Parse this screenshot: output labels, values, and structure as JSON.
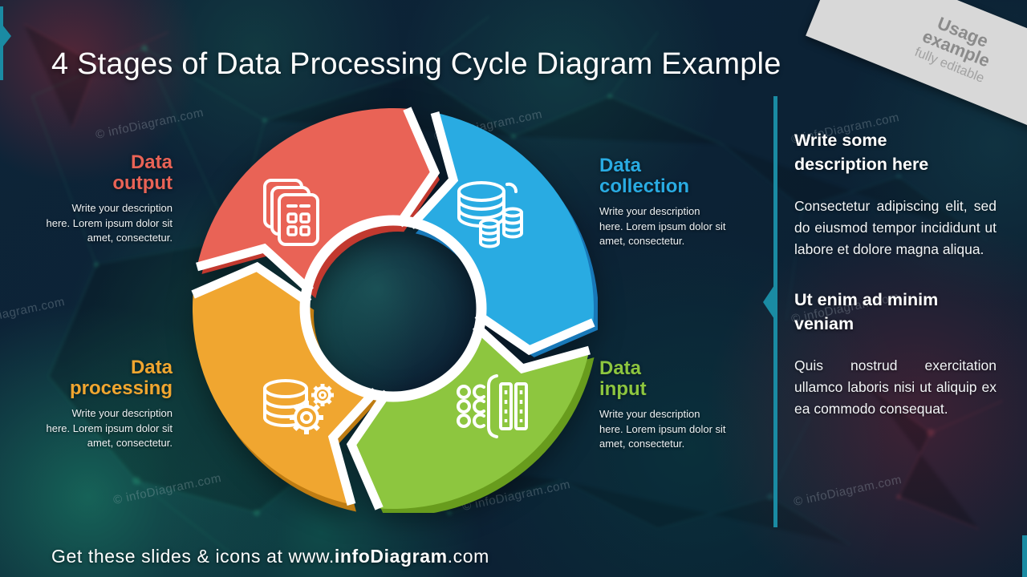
{
  "title": "4 Stages of Data Processing Cycle Diagram Example",
  "ribbon": {
    "line1": "Usage",
    "line2": "example",
    "line3": "fully editable"
  },
  "accent_color": "#1a8ba3",
  "stages": [
    {
      "id": "collection",
      "name": "Data\ncollection",
      "color": "#29abe2",
      "shadow": "#1878b8",
      "icon": "database-stack-icon",
      "description": "Write your description here. Lorem ipsum dolor sit amet, consectetur."
    },
    {
      "id": "input",
      "name": "Data\ninput",
      "color": "#8dc63f",
      "shadow": "#689c1d",
      "icon": "data-entry-icon",
      "description": "Write your description here. Lorem ipsum dolor sit amet, consectetur."
    },
    {
      "id": "processing",
      "name": "Data\nprocessing",
      "color": "#f0a630",
      "shadow": "#bf7c12",
      "icon": "database-gears-icon",
      "description": "Write your description here. Lorem ipsum dolor sit amet, consectetur."
    },
    {
      "id": "output",
      "name": "Data\noutput",
      "color": "#e96356",
      "shadow": "#c2392f",
      "icon": "documents-report-icon",
      "description": "Write your description here. Lorem ipsum dolor sit amet, consectetur."
    }
  ],
  "sidebar": {
    "sections": [
      {
        "heading": "Write some\ndescription here",
        "body": "Consectetur adipiscing elit, sed do eiusmod tempor incididunt ut labore et dolore magna aliqua."
      },
      {
        "heading": "Ut enim ad minim\nveniam",
        "body": "Quis nostrud exercitation ullamco laboris nisi ut aliquip ex ea commodo consequat."
      }
    ]
  },
  "footer": {
    "prefix": "Get these slides & icons at www.",
    "brand": "infoDiagram",
    "suffix": ".com"
  },
  "watermark_text": "© infoDiagram.com"
}
